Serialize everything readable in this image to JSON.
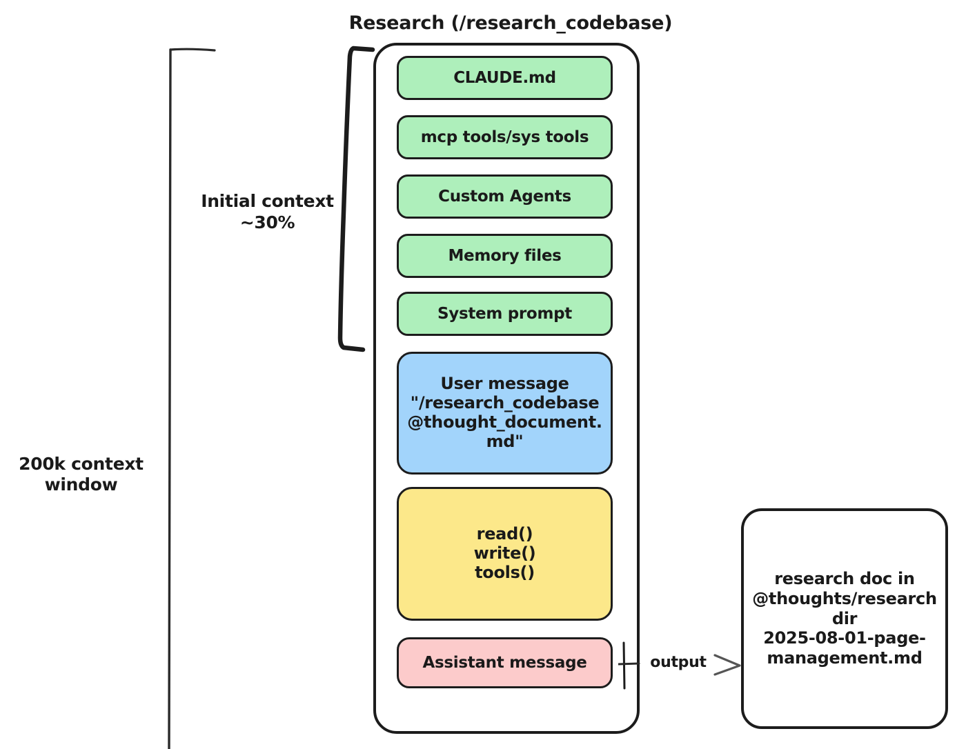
{
  "diagram": {
    "title": "Research (/research_codebase)"
  },
  "context_window": {
    "label": "200k\ncontext window",
    "bracket_icon": "vertical-bracket-icon"
  },
  "initial_context": {
    "label": "Initial context\n~30%",
    "bracket_icon": "square-bracket-icon"
  },
  "blocks": [
    {
      "id": "claude-md",
      "label": "CLAUDE.md",
      "color": "#aeefbb",
      "group": "initial-context"
    },
    {
      "id": "mcp-tools",
      "label": "mcp tools/sys tools",
      "color": "#aeefbb",
      "group": "initial-context"
    },
    {
      "id": "custom-agents",
      "label": "Custom Agents",
      "color": "#aeefbb",
      "group": "initial-context"
    },
    {
      "id": "memory-files",
      "label": "Memory files",
      "color": "#aeefbb",
      "group": "initial-context"
    },
    {
      "id": "system-prompt",
      "label": "System prompt",
      "color": "#aeefbb",
      "group": "initial-context"
    },
    {
      "id": "user-message",
      "label": "User message\n\"/research_codebase\n@thought_document.\nmd\"",
      "color": "#a2d4fb",
      "group": "conversation"
    },
    {
      "id": "tool-calls",
      "label": "read()\nwrite()\ntools()",
      "color": "#fce88a",
      "group": "conversation"
    },
    {
      "id": "assistant-message",
      "label": "Assistant message",
      "color": "#fccbcb",
      "group": "conversation"
    }
  ],
  "output": {
    "arrow_label": "output",
    "arrow_icon": "arrow-right-icon",
    "doc_label": "research doc in\n@thoughts/research\ndir\n2025-08-01-page-\nmanagement.md"
  },
  "colors": {
    "green": "#aeefbb",
    "blue": "#a2d4fb",
    "yellow": "#fce88a",
    "pink": "#fccbcb",
    "ink": "#1c1c1c",
    "background": "#ffffff"
  }
}
